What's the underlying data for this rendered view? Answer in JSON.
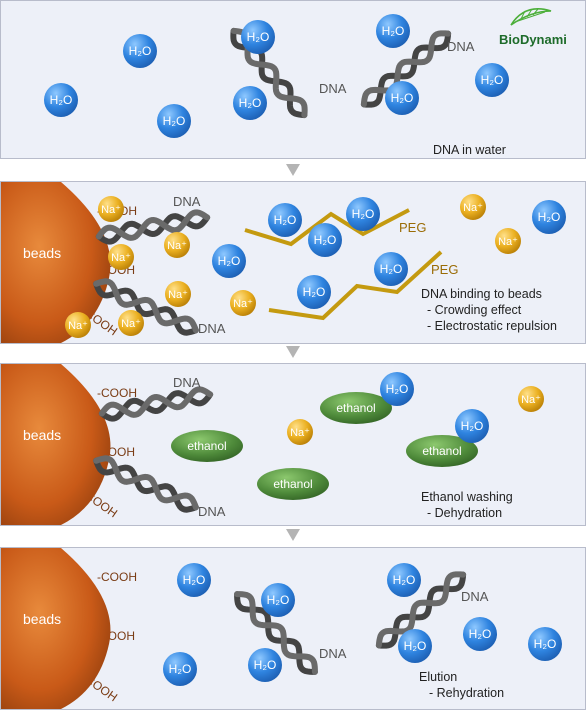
{
  "logo": {
    "text": "BioDynami",
    "leaf_color": "#4caf3a"
  },
  "labels": {
    "water": "H₂O",
    "dna": "DNA",
    "sodium": "Na⁺",
    "peg": "PEG",
    "cooh": "-COOH",
    "beads": "beads",
    "ethanol": "ethanol"
  },
  "captions": {
    "step1": "DNA in water",
    "step2": [
      "DNA binding to beads",
      "- Crowding effect",
      "- Electrostatic repulsion"
    ],
    "step3": [
      "Ethanol washing",
      "- Dehydration"
    ],
    "step4": [
      "Elution",
      "- Rehydration"
    ]
  },
  "colors": {
    "panel_bg": "#edf0f8",
    "water_blue": "#2e7bd8",
    "sodium_gold": "#e6a613",
    "ethanol_green": "#4e8a3a",
    "bead_orange": "#c95a18",
    "peg_gold": "#c49a10",
    "dna_gray": "#4a4a4a",
    "cooh_brown": "#7a3c15"
  }
}
